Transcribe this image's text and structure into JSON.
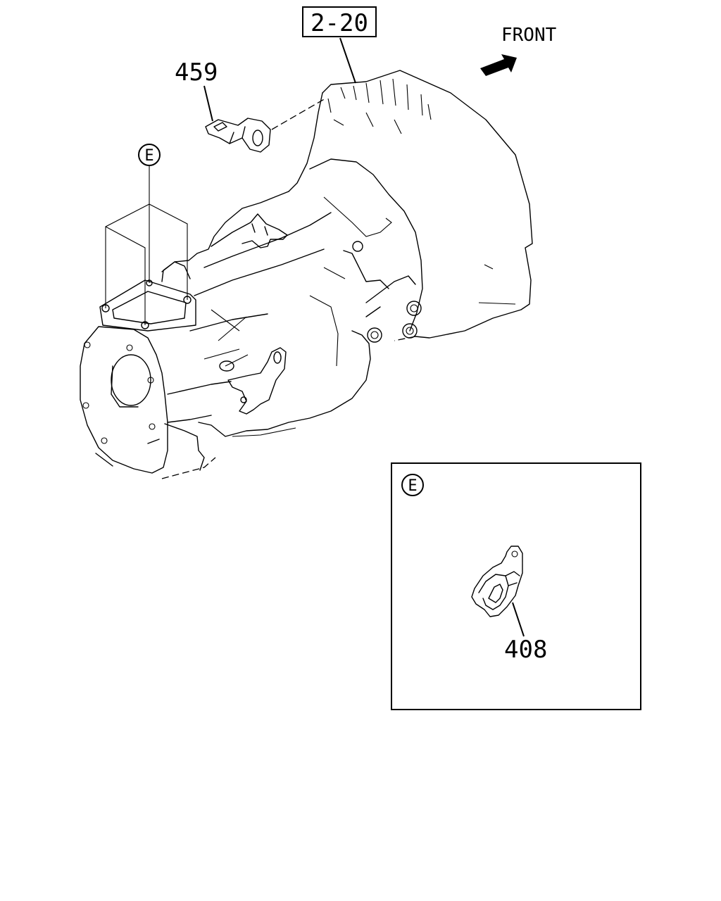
{
  "labels": {
    "ref_box": "2-20",
    "front": "FRONT",
    "part_459": "459",
    "part_408": "408",
    "detail_marker_main": "E",
    "detail_marker_inset": "E"
  }
}
